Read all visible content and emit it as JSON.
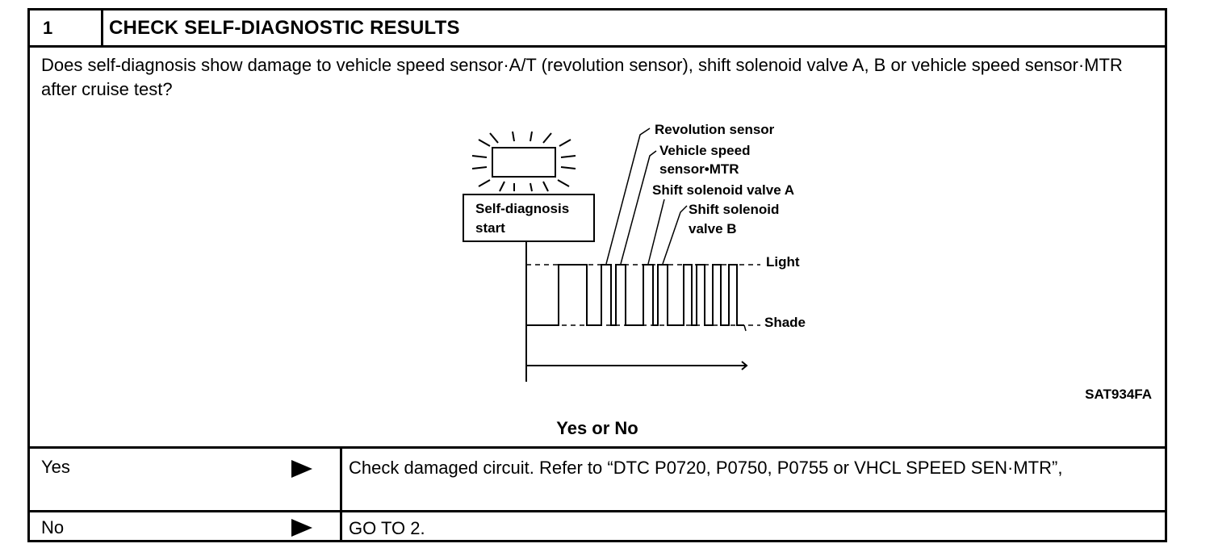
{
  "step": {
    "number": "1",
    "title": "CHECK SELF-DIAGNOSTIC RESULTS"
  },
  "question": "Does self-diagnosis show damage to vehicle speed sensor·A/T (revolution sensor), shift solenoid valve A, B or vehicle speed sensor·MTR after cruise test?",
  "figure": {
    "box_label_line1": "Self-diagnosis",
    "box_label_line2": "start",
    "revolution_sensor": "Revolution sensor",
    "vehicle_speed_line1": "Vehicle speed",
    "vehicle_speed_line2": "sensor•MTR",
    "shift_valve_a": "Shift solenoid valve A",
    "shift_valve_b_line1": "Shift solenoid",
    "shift_valve_b_line2": "valve B",
    "light": "Light",
    "shade": "Shade",
    "code": "SAT934FA"
  },
  "yes_or_no": "Yes or No",
  "rows": [
    {
      "label": "Yes",
      "answer": "Check damaged circuit. Refer to “DTC P0720, P0750, P0755 or VHCL SPEED SEN·MTR”,"
    },
    {
      "label": "No",
      "answer": "GO TO 2."
    }
  ]
}
